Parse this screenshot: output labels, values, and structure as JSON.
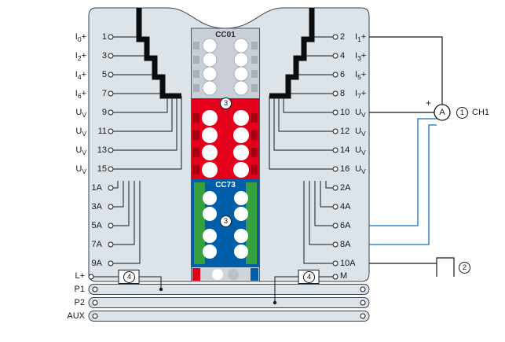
{
  "left": {
    "rows": [
      {
        "pre": "I",
        "sub": "0",
        "post": "+",
        "pin": "1"
      },
      {
        "pre": "I",
        "sub": "2",
        "post": "+",
        "pin": "3"
      },
      {
        "pre": "I",
        "sub": "4",
        "post": "+",
        "pin": "5"
      },
      {
        "pre": "I",
        "sub": "6",
        "post": "+",
        "pin": "7"
      },
      {
        "pre": "U",
        "sub": "V",
        "post": "",
        "pin": "9"
      },
      {
        "pre": "U",
        "sub": "V",
        "post": "",
        "pin": "11"
      },
      {
        "pre": "U",
        "sub": "V",
        "post": "",
        "pin": "13"
      },
      {
        "pre": "U",
        "sub": "V",
        "post": "",
        "pin": "15"
      }
    ],
    "a_pins": [
      "1A",
      "3A",
      "5A",
      "7A",
      "9A"
    ],
    "supply": "L+"
  },
  "right": {
    "rows": [
      {
        "pin": "2",
        "pre": "I",
        "sub": "1",
        "post": "+"
      },
      {
        "pin": "4",
        "pre": "I",
        "sub": "3",
        "post": "+"
      },
      {
        "pin": "6",
        "pre": "I",
        "sub": "5",
        "post": "+"
      },
      {
        "pin": "8",
        "pre": "I",
        "sub": "7",
        "post": "+"
      },
      {
        "pin": "10",
        "pre": "U",
        "sub": "V",
        "post": ""
      },
      {
        "pin": "12",
        "pre": "U",
        "sub": "V",
        "post": ""
      },
      {
        "pin": "14",
        "pre": "U",
        "sub": "V",
        "post": ""
      },
      {
        "pin": "16",
        "pre": "U",
        "sub": "V",
        "post": ""
      }
    ],
    "a_pins": [
      "2A",
      "4A",
      "6A",
      "8A",
      "10A"
    ],
    "supply": "M"
  },
  "buses": [
    "P1",
    "P2",
    "AUX"
  ],
  "connector": {
    "top_code": "CC01",
    "bottom_code": "CC73"
  },
  "callouts": {
    "c1": "1",
    "c2": "2",
    "c3": "3",
    "c4": "4"
  },
  "meter": {
    "symbol": "A",
    "polarity": "+",
    "channel": "CH1"
  },
  "colors": {
    "body": "#dce3e9",
    "red_block": "#e2001a",
    "blue_block": "#005fa8",
    "green_strip": "#37a03c",
    "wire_blue": "#1272b6",
    "wire_black": "#14181c"
  }
}
